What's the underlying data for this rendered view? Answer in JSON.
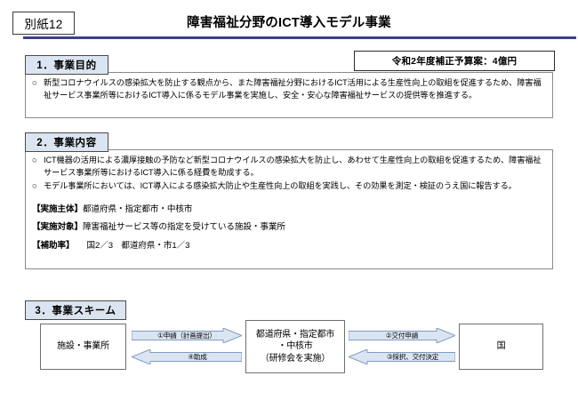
{
  "header": {
    "appendix_label": "別紙12",
    "title": "障害福祉分野のICT導入モデル事業",
    "rule_color": "#3b3f8f"
  },
  "budget": {
    "text": "令和2年度補正予算案：4億円"
  },
  "sections": [
    {
      "tab_label": "1．事業目的",
      "bullets": [
        {
          "mark": "○",
          "text": "新型コロナウイルスの感染拡大を防止する観点から、また障害福祉分野におけるICT活用による生産性向上の取組を促進するため、障害福祉サービス事業所等におけるICT導入に係るモデル事業を実施し、安全・安心な障害福祉サービスの提供等を推進する。"
        }
      ]
    },
    {
      "tab_label": "2．事業内容",
      "bullets": [
        {
          "mark": "○",
          "text": "ICT機器の活用による濃厚接触の予防など新型コロナウイルスの感染拡大を防止し、あわせて生産性向上の取組を促進するため、障害福祉サービス事業所等におけるICT導入に係る経費を助成する。"
        },
        {
          "mark": "○",
          "text": "モデル事業所においては、ICT導入による感染拡大防止や生産性向上の取組を実践し、その効果を測定・検証のうえ国に報告する。"
        }
      ],
      "items": [
        {
          "label": "【実施主体】",
          "value": "都道府県・指定都市・中核市"
        },
        {
          "label": "【実施対象】",
          "value": "障害福祉サービス等の指定を受けている施設・事業所"
        },
        {
          "label": "【補助率】",
          "value": "国2／3　都道府県・市1／3"
        }
      ]
    },
    {
      "tab_label": "3．事業スキーム"
    }
  ],
  "scheme": {
    "nodes": [
      {
        "id": "facility",
        "text": "施設・事業所"
      },
      {
        "id": "prefecture",
        "text": "都道府県・指定都市\n・中核市\n（研修会を実施）"
      },
      {
        "id": "nation",
        "text": "国"
      }
    ],
    "arrows": [
      {
        "id": "arrow-1",
        "label": "①申請（計画提出）",
        "direction": "right"
      },
      {
        "id": "arrow-4",
        "label": "④助成",
        "direction": "left"
      },
      {
        "id": "arrow-2",
        "label": "②交付申請",
        "direction": "right"
      },
      {
        "id": "arrow-3",
        "label": "③採択、交付決定",
        "direction": "left"
      }
    ],
    "arrow_fill": "#dbe5f1",
    "arrow_stroke": "#7f9cc0"
  }
}
